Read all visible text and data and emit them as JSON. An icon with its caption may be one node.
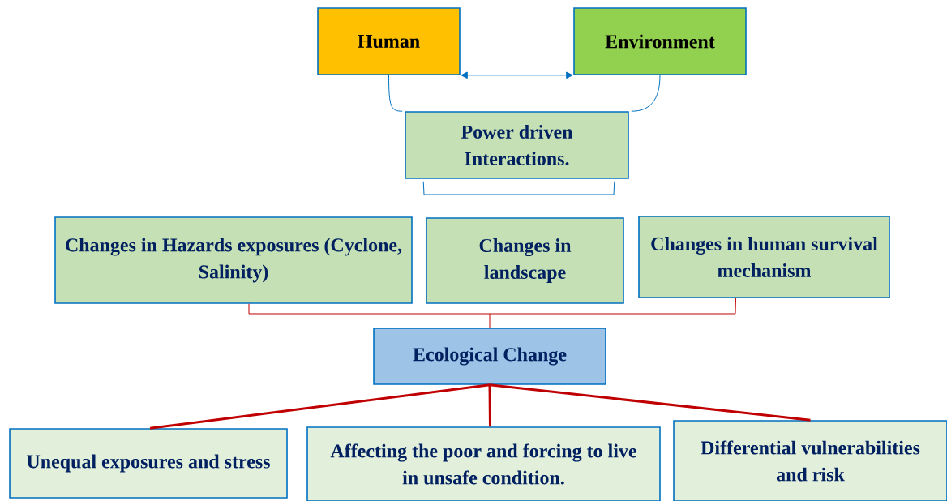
{
  "diagram": {
    "nodes": [
      {
        "text": [
          "Human"
        ]
      },
      {
        "text": [
          "Environment"
        ]
      },
      {
        "text": [
          "Power driven Interactions."
        ]
      },
      {
        "text": [
          "Changes in Hazards exposures (Cyclone, Salinity)"
        ]
      },
      {
        "text": [
          "Changes in landscape"
        ]
      },
      {
        "text": [
          "Changes in human survival mechanism"
        ]
      },
      {
        "text": [
          "Ecological Change"
        ]
      },
      {
        "text": [
          "Unequal exposures and stress"
        ]
      },
      {
        "text": [
          "Affecting the poor and forcing to live in unsafe condition."
        ]
      },
      {
        "text": [
          "Differential vulnerabilities and risk"
        ]
      }
    ],
    "edges": [
      {
        "from": 0,
        "to": 1,
        "arrow": "both",
        "color": "#0070c0"
      },
      {
        "from": 0,
        "to": 2,
        "arrow": "none",
        "color": "#0070c0"
      },
      {
        "from": 1,
        "to": 2,
        "arrow": "none",
        "color": "#0070c0"
      },
      {
        "from": 2,
        "to": 4,
        "arrow": "none",
        "color": "#0070c0"
      },
      {
        "from": 3,
        "to": 6,
        "arrow": "none",
        "color": "#c00000"
      },
      {
        "from": 4,
        "to": 6,
        "arrow": "none",
        "color": "#c00000"
      },
      {
        "from": 5,
        "to": 6,
        "arrow": "none",
        "color": "#c00000"
      },
      {
        "from": 6,
        "to": 7,
        "arrow": "none",
        "style": "thick",
        "color": "#c00000"
      },
      {
        "from": 6,
        "to": 8,
        "arrow": "none",
        "style": "thick",
        "color": "#c00000"
      },
      {
        "from": 6,
        "to": 9,
        "arrow": "none",
        "style": "thick",
        "color": "#c00000"
      }
    ]
  }
}
